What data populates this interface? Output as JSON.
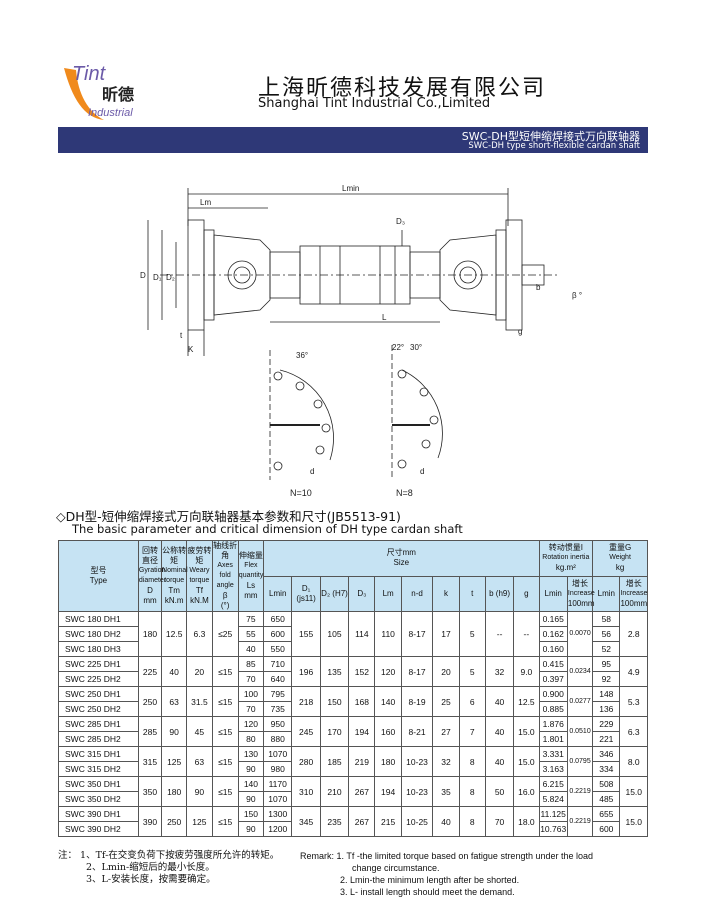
{
  "logo": {
    "brand_en": "Tint",
    "brand_cn": "昕德",
    "brand_sub": "Industrial"
  },
  "company": {
    "name_cn": "上海昕德科技发展有限公司",
    "name_en": "Shanghai Tint Industrial Co.,Limited"
  },
  "banner": {
    "title_cn": "SWC-DH型短伸缩焊接式万向联轴器",
    "title_en": "SWC-DH type short-flexible cardan shaft"
  },
  "drawing": {
    "labels": {
      "lmin": "Lmin",
      "lm": "Lm",
      "d": "D",
      "d1": "D₁",
      "d2": "D₂",
      "d3": "D₃",
      "l": "L",
      "b": "b",
      "beta": "β °",
      "k": "K",
      "t": "t",
      "g": "g",
      "deg36": "36°",
      "deg22": "22°",
      "deg30": "30°",
      "d_small": "d",
      "n10": "N=10",
      "n8": "N=8"
    }
  },
  "section": {
    "title_cn": "◇DH型-短伸缩焊接式万向联轴器基本参数和尺寸(JB5513-91)",
    "title_en": "The basic parameter and critical dimension of DH type cardan shaft"
  },
  "table": {
    "headers": {
      "model": "型号",
      "model_en": "Type",
      "gyration": "回转直径",
      "gyration_en": "Gyration diameter",
      "gyration_sym": "D",
      "gyration_unit": "mm",
      "torque": "公称转矩",
      "torque_en": "Nominal torque",
      "torque_sym": "Tm",
      "torque_unit": "kN.m",
      "weary": "疲劳转矩",
      "weary_en": "Weary torque",
      "weary_sym": "Tf",
      "weary_unit": "kN.M",
      "angle": "轴线折角",
      "angle_en": "Axes fold angle",
      "angle_sym": "β",
      "angle_unit": "(°)",
      "flex": "伸缩量",
      "flex_en": "Flex quantity",
      "flex_sym": "Ls",
      "flex_unit": "mm",
      "size": "尺寸mm",
      "size_en": "Size",
      "inertia": "转动惯量I",
      "inertia_en": "Rotation inertia",
      "inertia_unit": "kg.m²",
      "weight": "重量G",
      "weight_en": "Weight",
      "weight_unit": "kg",
      "increase": "增长",
      "increase_en": "Increase",
      "increase_unit": "100mm",
      "cols": [
        "Lmin",
        "D₁ (js11)",
        "D₂ (H7)",
        "D₃",
        "Lm",
        "n-d",
        "k",
        "t",
        "b (h9)",
        "g",
        "Lmin",
        "Lmin"
      ]
    },
    "groups": [
      {
        "models": [
          "SWC 180  DH1",
          "SWC 180  DH2",
          "SWC 180  DH3"
        ],
        "D": "180",
        "Tm": "12.5",
        "Tf": "6.3",
        "beta": "≤25",
        "flex": [
          "75",
          "55",
          "40"
        ],
        "lmin": [
          "650",
          "600",
          "550"
        ],
        "D1": "155",
        "D2": "105",
        "D3": "114",
        "Lm": "110",
        "nd": "8-17",
        "k": "17",
        "t": "5",
        "b": "--",
        "g": "--",
        "inertia": [
          "0.165",
          "0.162",
          "0.160"
        ],
        "inc": "0.0070",
        "weight": [
          "58",
          "56",
          "52"
        ],
        "winc": "2.8"
      },
      {
        "models": [
          "SWC 225  DH1",
          "SWC 225  DH2"
        ],
        "D": "225",
        "Tm": "40",
        "Tf": "20",
        "beta": "≤15",
        "flex": [
          "85",
          "70"
        ],
        "lmin": [
          "710",
          "640"
        ],
        "D1": "196",
        "D2": "135",
        "D3": "152",
        "Lm": "120",
        "nd": "8-17",
        "k": "20",
        "t": "5",
        "b": "32",
        "g": "9.0",
        "inertia": [
          "0.415",
          "0.397"
        ],
        "inc": "0.0234",
        "weight": [
          "95",
          "92"
        ],
        "winc": "4.9"
      },
      {
        "models": [
          "SWC 250  DH1",
          "SWC 250  DH2"
        ],
        "D": "250",
        "Tm": "63",
        "Tf": "31.5",
        "beta": "≤15",
        "flex": [
          "100",
          "70"
        ],
        "lmin": [
          "795",
          "735"
        ],
        "D1": "218",
        "D2": "150",
        "D3": "168",
        "Lm": "140",
        "nd": "8-19",
        "k": "25",
        "t": "6",
        "b": "40",
        "g": "12.5",
        "inertia": [
          "0.900",
          "0.885"
        ],
        "inc": "0.0277",
        "weight": [
          "148",
          "136"
        ],
        "winc": "5.3"
      },
      {
        "models": [
          "SWC 285  DH1",
          "SWC 285  DH2"
        ],
        "D": "285",
        "Tm": "90",
        "Tf": "45",
        "beta": "≤15",
        "flex": [
          "120",
          "80"
        ],
        "lmin": [
          "950",
          "880"
        ],
        "D1": "245",
        "D2": "170",
        "D3": "194",
        "Lm": "160",
        "nd": "8-21",
        "k": "27",
        "t": "7",
        "b": "40",
        "g": "15.0",
        "inertia": [
          "1.876",
          "1.801"
        ],
        "inc": "0.0510",
        "weight": [
          "229",
          "221"
        ],
        "winc": "6.3"
      },
      {
        "models": [
          "SWC 315  DH1",
          "SWC 315  DH2"
        ],
        "D": "315",
        "Tm": "125",
        "Tf": "63",
        "beta": "≤15",
        "flex": [
          "130",
          "90"
        ],
        "lmin": [
          "1070",
          "980"
        ],
        "D1": "280",
        "D2": "185",
        "D3": "219",
        "Lm": "180",
        "nd": "10-23",
        "k": "32",
        "t": "8",
        "b": "40",
        "g": "15.0",
        "inertia": [
          "3.331",
          "3.163"
        ],
        "inc": "0.0795",
        "weight": [
          "346",
          "334"
        ],
        "winc": "8.0"
      },
      {
        "models": [
          "SWC 350  DH1",
          "SWC 350  DH2"
        ],
        "D": "350",
        "Tm": "180",
        "Tf": "90",
        "beta": "≤15",
        "flex": [
          "140",
          "90"
        ],
        "lmin": [
          "1170",
          "1070"
        ],
        "D1": "310",
        "D2": "210",
        "D3": "267",
        "Lm": "194",
        "nd": "10-23",
        "k": "35",
        "t": "8",
        "b": "50",
        "g": "16.0",
        "inertia": [
          "6.215",
          "5.824"
        ],
        "inc": "0.2219",
        "weight": [
          "508",
          "485"
        ],
        "winc": "15.0"
      },
      {
        "models": [
          "SWC 390  DH1",
          "SWC 390  DH2"
        ],
        "D": "390",
        "Tm": "250",
        "Tf": "125",
        "beta": "≤15",
        "flex": [
          "150",
          "90"
        ],
        "lmin": [
          "1300",
          "1200"
        ],
        "D1": "345",
        "D2": "235",
        "D3": "267",
        "Lm": "215",
        "nd": "10-25",
        "k": "40",
        "t": "8",
        "b": "70",
        "g": "18.0",
        "inertia": [
          "11.125",
          "10.763"
        ],
        "inc": "0.2219",
        "weight": [
          "655",
          "600"
        ],
        "winc": "15.0"
      }
    ]
  },
  "notes": {
    "cn": [
      "注：  1、Tf-在交变负荷下按疲劳强度所允许的转矩。",
      "2、Lmin-缩短后的最小长度。",
      "3、L-安装长度，按需要确定。"
    ],
    "en": [
      "Remark: 1. Tf -the limited torque based on fatigue strength under the load",
      "change circumstance.",
      "2. Lmin-the minimum length after be shorted.",
      "3. L- install length should meet the demand."
    ]
  }
}
